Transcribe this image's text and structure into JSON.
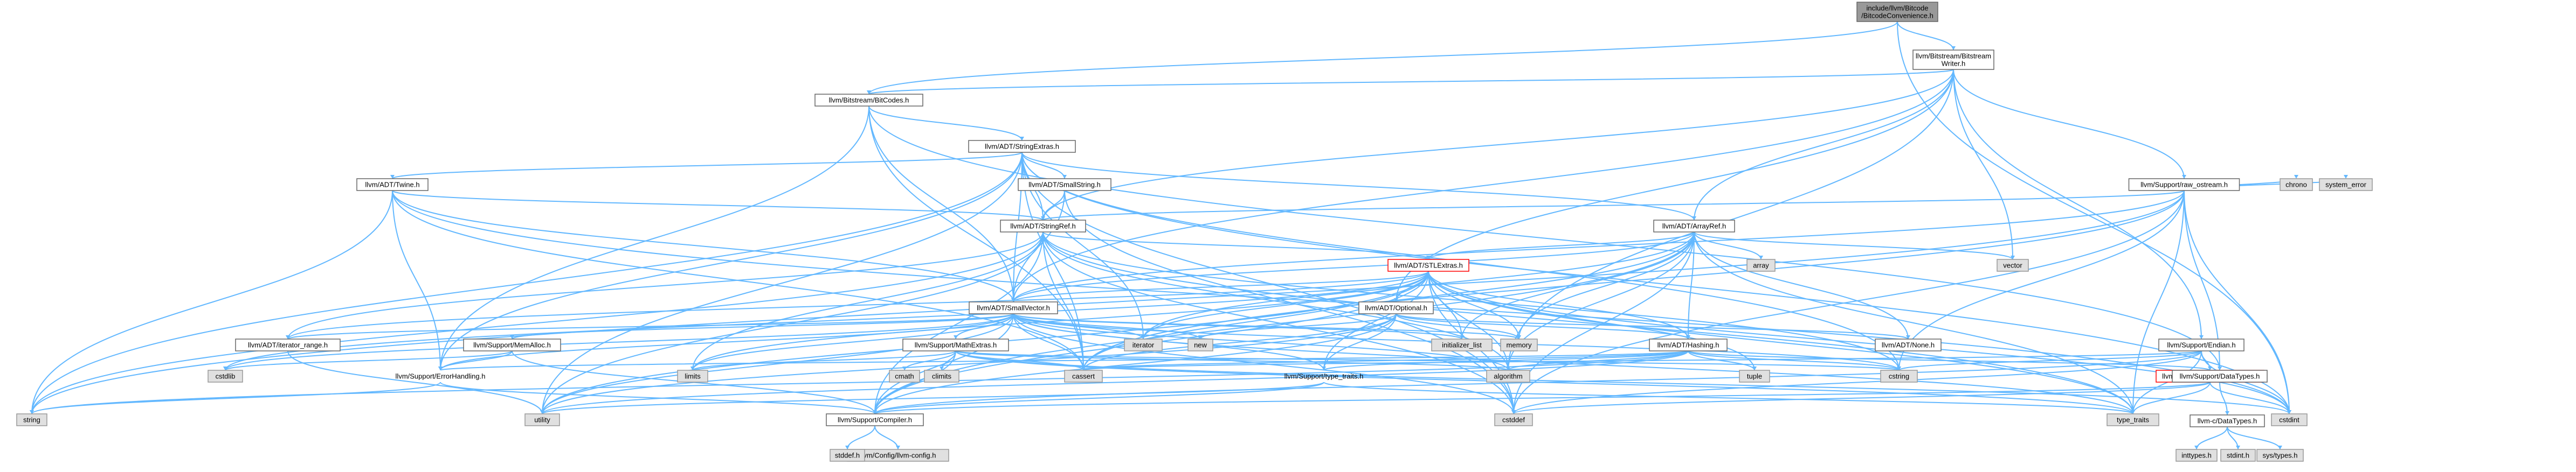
{
  "graph": {
    "nodes": [
      {
        "id": "root",
        "lines": [
          "include/llvm/Bitcode",
          "/BitcodeConvenience.h"
        ],
        "kind": "root"
      },
      {
        "id": "bw",
        "lines": [
          "llvm/Bitstream/Bitstream",
          "Writer.h"
        ],
        "kind": "normal"
      },
      {
        "id": "bc",
        "lines": [
          "llvm/Bitstream/BitCodes.h"
        ],
        "kind": "normal"
      },
      {
        "id": "se",
        "lines": [
          "llvm/ADT/StringExtras.h"
        ],
        "kind": "normal"
      },
      {
        "id": "tw",
        "lines": [
          "llvm/ADT/Twine.h"
        ],
        "kind": "normal"
      },
      {
        "id": "ss",
        "lines": [
          "llvm/ADT/SmallString.h"
        ],
        "kind": "normal"
      },
      {
        "id": "sr",
        "lines": [
          "llvm/ADT/StringRef.h"
        ],
        "kind": "normal"
      },
      {
        "id": "ro",
        "lines": [
          "llvm/Support/raw_ostream.h"
        ],
        "kind": "normal"
      },
      {
        "id": "ar",
        "lines": [
          "llvm/ADT/ArrayRef.h"
        ],
        "kind": "normal"
      },
      {
        "id": "stl",
        "lines": [
          "llvm/ADT/STLExtras.h"
        ],
        "kind": "red"
      },
      {
        "id": "opt",
        "lines": [
          "llvm/ADT/Optional.h"
        ],
        "kind": "normal"
      },
      {
        "id": "sv",
        "lines": [
          "llvm/ADT/SmallVector.h"
        ],
        "kind": "normal"
      },
      {
        "id": "ir",
        "lines": [
          "llvm/ADT/iterator_range.h"
        ],
        "kind": "normal"
      },
      {
        "id": "ma",
        "lines": [
          "llvm/Support/MemAlloc.h"
        ],
        "kind": "normal"
      },
      {
        "id": "me",
        "lines": [
          "llvm/Support/MathExtras.h"
        ],
        "kind": "normal"
      },
      {
        "id": "eh",
        "lines": [
          "llvm/Support/ErrorHandling.h"
        ],
        "kind": "normal"
      },
      {
        "id": "tt",
        "lines": [
          "llvm/Support/type_traits.h"
        ],
        "kind": "normal"
      },
      {
        "id": "hash",
        "lines": [
          "llvm/ADT/Hashing.h"
        ],
        "kind": "normal"
      },
      {
        "id": "none",
        "lines": [
          "llvm/ADT/None.h"
        ],
        "kind": "normal"
      },
      {
        "id": "end",
        "lines": [
          "llvm/Support/Endian.h"
        ],
        "kind": "normal"
      },
      {
        "id": "sbo",
        "lines": [
          "llvm/Support/SwapByteOrder.h"
        ],
        "kind": "red"
      },
      {
        "id": "dt",
        "lines": [
          "llvm/Support/DataTypes.h"
        ],
        "kind": "normal"
      },
      {
        "id": "cdt",
        "lines": [
          "llvm-c/DataTypes.h"
        ],
        "kind": "normal"
      },
      {
        "id": "comp",
        "lines": [
          "llvm/Support/Compiler.h"
        ],
        "kind": "normal"
      },
      {
        "id": "cfg",
        "lines": [
          "llvm/Config/llvm-config.h"
        ],
        "kind": "gray"
      },
      {
        "id": "stddefh",
        "lines": [
          "stddef.h"
        ],
        "kind": "gray"
      },
      {
        "id": "inttypes",
        "lines": [
          "inttypes.h"
        ],
        "kind": "gray"
      },
      {
        "id": "stdinth",
        "lines": [
          "stdint.h"
        ],
        "kind": "gray"
      },
      {
        "id": "systypes",
        "lines": [
          "sys/types.h"
        ],
        "kind": "gray"
      },
      {
        "id": "cstdint",
        "lines": [
          "cstdint"
        ],
        "kind": "gray"
      },
      {
        "id": "cstddef",
        "lines": [
          "cstddef"
        ],
        "kind": "gray"
      },
      {
        "id": "type_traits",
        "lines": [
          "type_traits"
        ],
        "kind": "gray"
      },
      {
        "id": "utility",
        "lines": [
          "utility"
        ],
        "kind": "gray"
      },
      {
        "id": "string",
        "lines": [
          "string"
        ],
        "kind": "gray"
      },
      {
        "id": "cassert",
        "lines": [
          "cassert"
        ],
        "kind": "gray"
      },
      {
        "id": "cstring",
        "lines": [
          "cstring"
        ],
        "kind": "gray"
      },
      {
        "id": "algorithm",
        "lines": [
          "algorithm"
        ],
        "kind": "gray"
      },
      {
        "id": "tuple",
        "lines": [
          "tuple"
        ],
        "kind": "gray"
      },
      {
        "id": "cstdlib",
        "lines": [
          "cstdlib"
        ],
        "kind": "gray"
      },
      {
        "id": "limits",
        "lines": [
          "limits"
        ],
        "kind": "gray"
      },
      {
        "id": "cmath",
        "lines": [
          "cmath"
        ],
        "kind": "gray"
      },
      {
        "id": "climits",
        "lines": [
          "climits"
        ],
        "kind": "gray"
      },
      {
        "id": "iterator",
        "lines": [
          "iterator"
        ],
        "kind": "gray"
      },
      {
        "id": "new",
        "lines": [
          "new"
        ],
        "kind": "gray"
      },
      {
        "id": "init_list",
        "lines": [
          "initializer_list"
        ],
        "kind": "gray"
      },
      {
        "id": "memory",
        "lines": [
          "memory"
        ],
        "kind": "gray"
      },
      {
        "id": "array",
        "lines": [
          "array"
        ],
        "kind": "gray"
      },
      {
        "id": "vector",
        "lines": [
          "vector"
        ],
        "kind": "gray"
      },
      {
        "id": "chrono",
        "lines": [
          "chrono"
        ],
        "kind": "gray"
      },
      {
        "id": "system_error",
        "lines": [
          "system_error"
        ],
        "kind": "gray"
      }
    ],
    "edges": [
      [
        "root",
        "bw"
      ],
      [
        "root",
        "bc"
      ],
      [
        "root",
        "cstdint"
      ],
      [
        "bw",
        "bc"
      ],
      [
        "bw",
        "ar"
      ],
      [
        "bw",
        "opt"
      ],
      [
        "bw",
        "sv"
      ],
      [
        "bw",
        "sr"
      ],
      [
        "bw",
        "end"
      ],
      [
        "bw",
        "ro"
      ],
      [
        "bw",
        "vector"
      ],
      [
        "bw",
        "algorithm"
      ],
      [
        "bc",
        "se"
      ],
      [
        "bc",
        "sv"
      ],
      [
        "bc",
        "dt"
      ],
      [
        "bc",
        "eh"
      ],
      [
        "bc",
        "cassert"
      ],
      [
        "se",
        "ar"
      ],
      [
        "se",
        "ss"
      ],
      [
        "se",
        "sr"
      ],
      [
        "se",
        "tw"
      ],
      [
        "se",
        "iterator"
      ],
      [
        "se",
        "string"
      ],
      [
        "se",
        "utility"
      ],
      [
        "se",
        "cstring"
      ],
      [
        "se",
        "cstdint"
      ],
      [
        "se",
        "cstddef"
      ],
      [
        "se",
        "cassert"
      ],
      [
        "se",
        "eh"
      ],
      [
        "se",
        "sv"
      ],
      [
        "tw",
        "sv"
      ],
      [
        "tw",
        "sr"
      ],
      [
        "tw",
        "eh"
      ],
      [
        "tw",
        "cassert"
      ],
      [
        "tw",
        "cstdint"
      ],
      [
        "tw",
        "string"
      ],
      [
        "ss",
        "sv"
      ],
      [
        "ss",
        "sr"
      ],
      [
        "ss",
        "cstddef"
      ],
      [
        "sr",
        "stl"
      ],
      [
        "sr",
        "ir"
      ],
      [
        "sr",
        "comp"
      ],
      [
        "sr",
        "algorithm"
      ],
      [
        "sr",
        "cassert"
      ],
      [
        "sr",
        "cstddef"
      ],
      [
        "sr",
        "cstring"
      ],
      [
        "sr",
        "limits"
      ],
      [
        "sr",
        "string"
      ],
      [
        "sr",
        "type_traits"
      ],
      [
        "sr",
        "utility"
      ],
      [
        "ro",
        "sr"
      ],
      [
        "ro",
        "dt"
      ],
      [
        "ro",
        "cassert"
      ],
      [
        "ro",
        "chrono"
      ],
      [
        "ro",
        "cstddef"
      ],
      [
        "ro",
        "cstdint"
      ],
      [
        "ro",
        "cstring"
      ],
      [
        "ro",
        "string"
      ],
      [
        "ro",
        "system_error"
      ],
      [
        "ro",
        "type_traits"
      ],
      [
        "ro",
        "sv"
      ],
      [
        "ar",
        "hash"
      ],
      [
        "ar",
        "none"
      ],
      [
        "ar",
        "sv"
      ],
      [
        "ar",
        "stl"
      ],
      [
        "ar",
        "comp"
      ],
      [
        "ar",
        "algorithm"
      ],
      [
        "ar",
        "array"
      ],
      [
        "ar",
        "cassert"
      ],
      [
        "ar",
        "cstddef"
      ],
      [
        "ar",
        "init_list"
      ],
      [
        "ar",
        "iterator"
      ],
      [
        "ar",
        "memory"
      ],
      [
        "ar",
        "type_traits"
      ],
      [
        "ar",
        "vector"
      ],
      [
        "stl",
        "opt"
      ],
      [
        "stl",
        "sv"
      ],
      [
        "stl",
        "ir"
      ],
      [
        "stl",
        "comp"
      ],
      [
        "stl",
        "tt"
      ],
      [
        "stl",
        "algorithm"
      ],
      [
        "stl",
        "cassert"
      ],
      [
        "stl",
        "cstddef"
      ],
      [
        "stl",
        "cstdint"
      ],
      [
        "stl",
        "cstdlib"
      ],
      [
        "stl",
        "init_list"
      ],
      [
        "stl",
        "iterator"
      ],
      [
        "stl",
        "limits"
      ],
      [
        "stl",
        "memory"
      ],
      [
        "stl",
        "tuple"
      ],
      [
        "stl",
        "type_traits"
      ],
      [
        "stl",
        "utility"
      ],
      [
        "stl",
        "hash"
      ],
      [
        "opt",
        "hash"
      ],
      [
        "opt",
        "none"
      ],
      [
        "opt",
        "comp"
      ],
      [
        "opt",
        "tt"
      ],
      [
        "opt",
        "cassert"
      ],
      [
        "opt",
        "memory"
      ],
      [
        "opt",
        "new"
      ],
      [
        "opt",
        "utility"
      ],
      [
        "sv",
        "comp"
      ],
      [
        "sv",
        "ma"
      ],
      [
        "sv",
        "tt"
      ],
      [
        "sv",
        "me"
      ],
      [
        "sv",
        "ir"
      ],
      [
        "sv",
        "algorithm"
      ],
      [
        "sv",
        "cassert"
      ],
      [
        "sv",
        "cstddef"
      ],
      [
        "sv",
        "cstdlib"
      ],
      [
        "sv",
        "cstring"
      ],
      [
        "sv",
        "init_list"
      ],
      [
        "sv",
        "iterator"
      ],
      [
        "sv",
        "limits"
      ],
      [
        "sv",
        "memory"
      ],
      [
        "sv",
        "new"
      ],
      [
        "sv",
        "type_traits"
      ],
      [
        "sv",
        "utility"
      ],
      [
        "sv",
        "eh"
      ],
      [
        "ir",
        "utility"
      ],
      [
        "ma",
        "comp"
      ],
      [
        "ma",
        "eh"
      ],
      [
        "ma",
        "cstdlib"
      ],
      [
        "me",
        "comp"
      ],
      [
        "me",
        "algorithm"
      ],
      [
        "me",
        "cassert"
      ],
      [
        "me",
        "climits"
      ],
      [
        "me",
        "cmath"
      ],
      [
        "me",
        "cstdint"
      ],
      [
        "me",
        "cstring"
      ],
      [
        "me",
        "limits"
      ],
      [
        "me",
        "type_traits"
      ],
      [
        "eh",
        "comp"
      ],
      [
        "eh",
        "string"
      ],
      [
        "tt",
        "comp"
      ],
      [
        "tt",
        "type_traits"
      ],
      [
        "tt",
        "utility"
      ],
      [
        "hash",
        "eh"
      ],
      [
        "hash",
        "sbo"
      ],
      [
        "hash",
        "tt"
      ],
      [
        "hash",
        "algorithm"
      ],
      [
        "hash",
        "cassert"
      ],
      [
        "hash",
        "cstring"
      ],
      [
        "hash",
        "string"
      ],
      [
        "hash",
        "tuple"
      ],
      [
        "hash",
        "utility"
      ],
      [
        "end",
        "comp"
      ],
      [
        "end",
        "sbo"
      ],
      [
        "end",
        "cassert"
      ],
      [
        "end",
        "cstddef"
      ],
      [
        "end",
        "cstdint"
      ],
      [
        "end",
        "cstring"
      ],
      [
        "end",
        "type_traits"
      ],
      [
        "sbo",
        "comp"
      ],
      [
        "sbo",
        "dt"
      ],
      [
        "sbo",
        "cstddef"
      ],
      [
        "sbo",
        "cstdint"
      ],
      [
        "sbo",
        "type_traits"
      ],
      [
        "dt",
        "cdt"
      ],
      [
        "cdt",
        "inttypes"
      ],
      [
        "cdt",
        "stdinth"
      ],
      [
        "cdt",
        "systypes"
      ],
      [
        "comp",
        "cfg"
      ],
      [
        "comp",
        "stddefh"
      ]
    ]
  }
}
